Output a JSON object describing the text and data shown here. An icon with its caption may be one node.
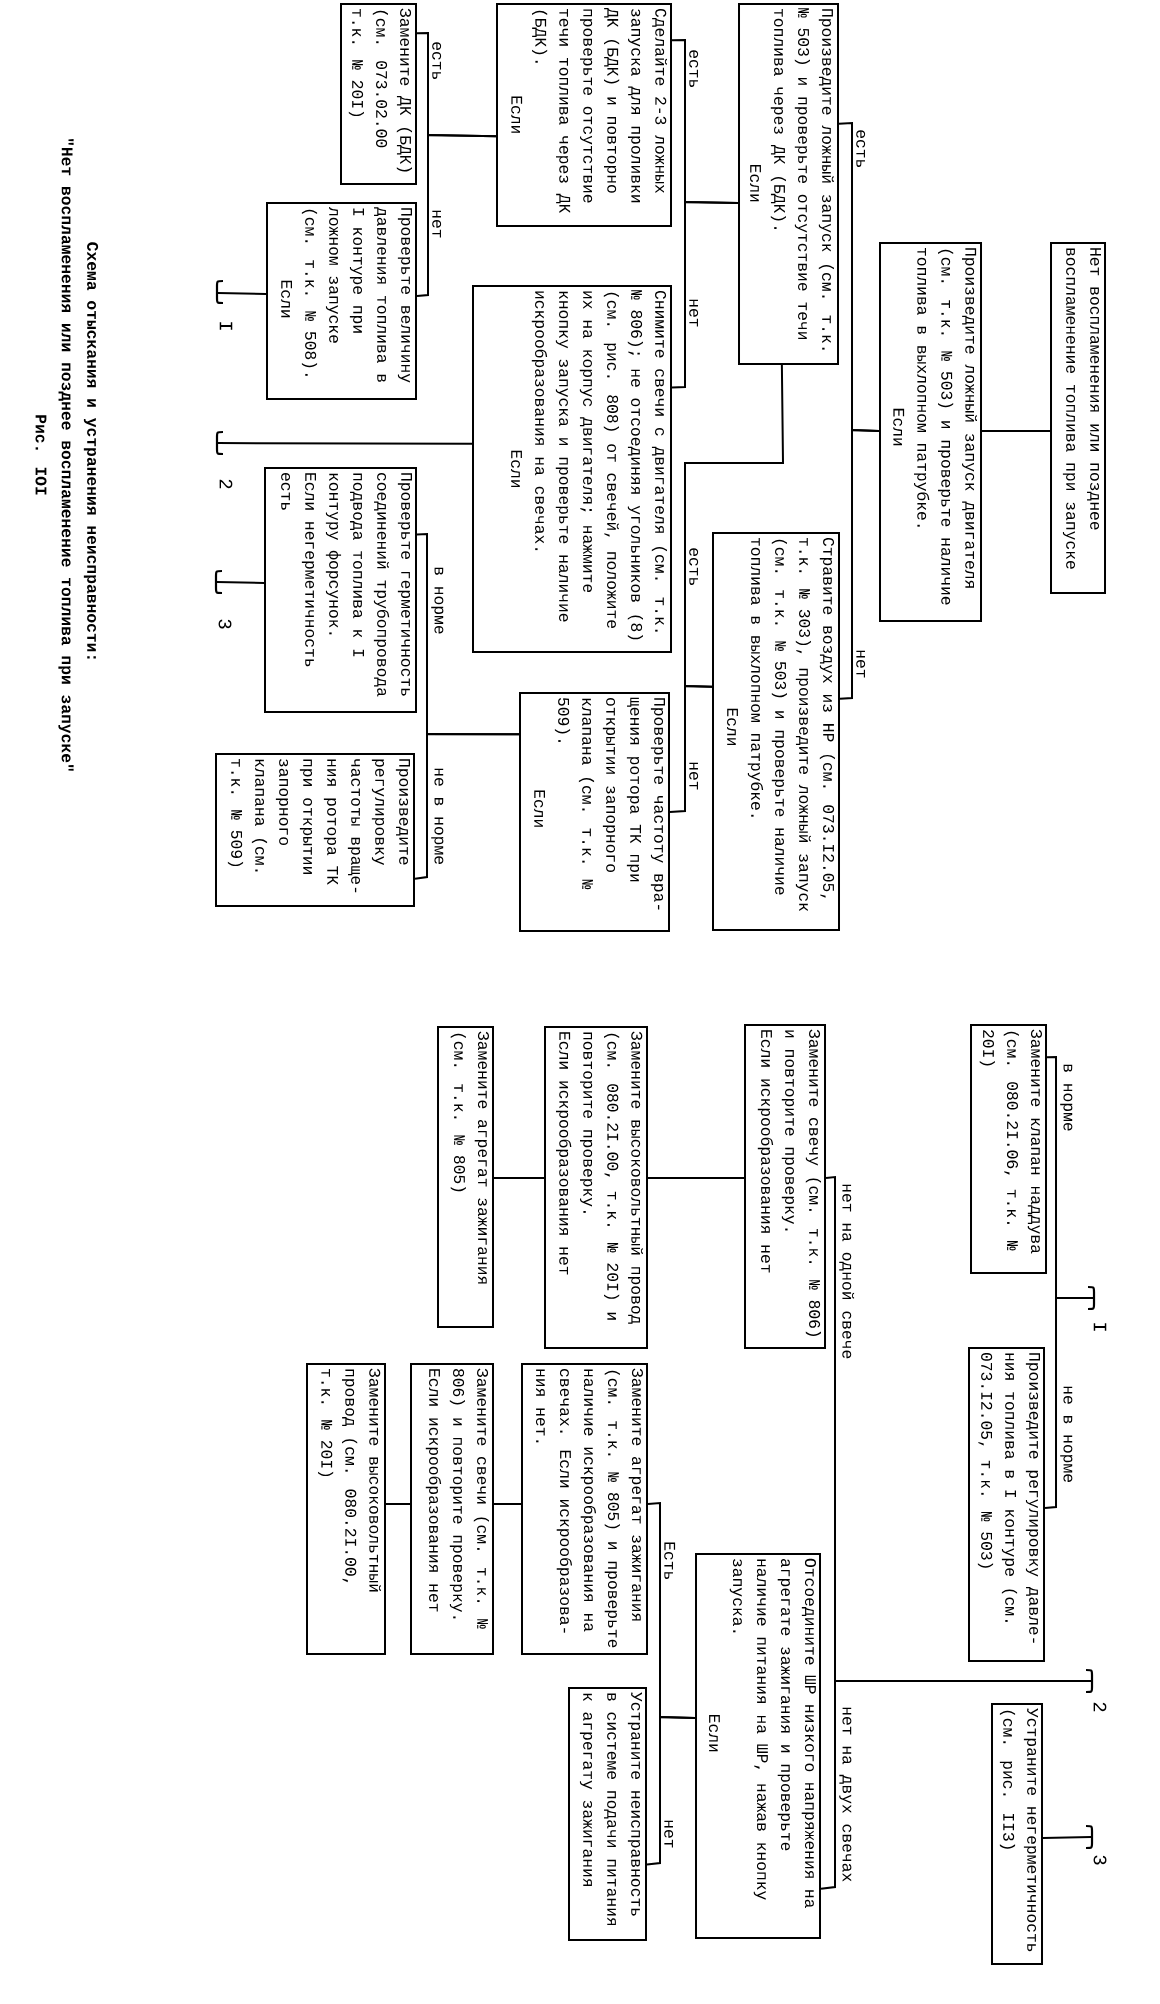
{
  "diagram": {
    "title": "Схема отыскания и устранения неисправности:",
    "caption": "\"Нет воспламенения или позднее воспламенение топлива при запуске\"",
    "nodes": [
      {
        "text": [
          "Нет воспламенения или позднее воспламенение топлива при запуске"
        ]
      },
      {
        "text": [
          "Произведите ложный запуск двигателя (см. т.к. № 503) и проверьте наличие топлива в выхлопном патрубке.",
          "Если"
        ]
      },
      {
        "text": [
          "Произведите ложный запуск (см. т.к. № 503) и проверьте отсутствие течи топлива через ДК (БДК).",
          "Если"
        ]
      },
      {
        "text": [
          "Стравите воздух из НР (см. 073.I2.05, т.к. № 303), произведите ложный запуск (см. т.к. № 503) и проверьте наличие топлива в выхлопном патрубке.",
          "Если"
        ]
      },
      {
        "text": [
          "Сделайте 2-3 ложных запуска для проливки ДК (БДК) и повторно проверьте отсутствие течи топлива через ДК (БДК).",
          "Если"
        ]
      },
      {
        "text": [
          "Снимите свечи с двигателя (см. т.к. № 806); не отсоединяя угольников (8) (см. рис. 808) от свечей, положите их на корпус двигателя; нажмите кнопку запуска и проверьте наличие искрообразования на свечах.",
          "Если"
        ]
      },
      {
        "text": [
          "Проверьте частоту вра- щения ротора ТК при открытии запорного клапана (см. т.к. № 509).",
          "Если"
        ]
      },
      {
        "text": [
          "Замените ДК (БДК) (см. 073.02.00 т.к. № 20I)"
        ]
      },
      {
        "text": [
          "Проверьте величину давления топлива в I контуре при ложном запуске (см. т.к. № 508).",
          "Если"
        ]
      },
      {
        "text": [
          "Проверьте герметичность соединений трубопровода подвода топлива к I контуру форсунок.",
          "Если негерметичность есть"
        ]
      },
      {
        "text": [
          "Произведите регулировку частоты враще- ния ротора ТК при открытии запорного клапана (см. т.к. № 509)"
        ]
      },
      {
        "text": [
          "Замените клапан наддува (см. 080.2I.06, т.к. № 20I)"
        ]
      },
      {
        "text": [
          "Произведите регулировку давле- ния топлива в I контуре (см. 073.I2.05, т.к. № 503)"
        ]
      },
      {
        "text": [
          "Устраните негерметичность (см. рис. II3)"
        ]
      },
      {
        "text": [
          "Замените свечу (см. т.к. № 806) и повторите проверку.",
          "Если искрообразования нет"
        ]
      },
      {
        "text": [
          "Отсоедините ШР низкого напряжения на агрегате зажигания и проверьте наличие питания на ШР, нажав кнопку запуска.",
          "Если"
        ]
      },
      {
        "text": [
          "Замените высоковольтный провод (см. 080.2I.00, т.к. № 20I) и повторите проверку.",
          "Если искрообразования нет"
        ]
      },
      {
        "text": [
          "Замените агрегат зажигания (см. т.к. № 805) и проверьте наличие искрообразования на свечах. Если искрообразова- ния нет."
        ]
      },
      {
        "text": [
          "Устраните неисправность в системе подачи питания к агрегату зажигания"
        ]
      },
      {
        "text": [
          "Замените агрегат зажигания (см. т.к. № 805)"
        ]
      },
      {
        "text": [
          "Замените свечи (см. т.к. № 806) и повторите проверку.",
          "Если искрообразования нет"
        ]
      },
      {
        "text": [
          "Замените высоковольтный провод (см. 080.2I.00, т.к. № 20I)"
        ]
      },
      {
        "text": [],
        "shape": "bar",
        "beside": [
          "I"
        ]
      },
      {
        "text": [],
        "shape": "bar",
        "beside": [
          "2"
        ]
      },
      {
        "text": [],
        "shape": "bar",
        "beside": [
          "3"
        ]
      },
      {
        "text": [],
        "shape": "bar",
        "beside": [
          "I"
        ]
      },
      {
        "text": [],
        "shape": "bar",
        "beside": [
          "2"
        ]
      },
      {
        "text": [],
        "shape": "bar",
        "beside": [
          "3"
        ]
      }
    ],
    "edges": [
      {
        "from": 0,
        "to": 1,
        "arrow": "none"
      },
      {
        "from": 1,
        "to": 2,
        "arrow": "none",
        "label": "есть"
      },
      {
        "from": 1,
        "to": 3,
        "arrow": "none",
        "label": "нет"
      },
      {
        "from": 2,
        "to": 4,
        "arrow": "none",
        "label": "есть"
      },
      {
        "from": 2,
        "to": 5,
        "arrow": "none",
        "label": "нет"
      },
      {
        "from": 3,
        "to": 2,
        "arrow": "none",
        "label": "есть"
      },
      {
        "from": 3,
        "to": 6,
        "arrow": "none",
        "label": "нет"
      },
      {
        "from": 4,
        "to": 7,
        "arrow": "none",
        "label": "есть"
      },
      {
        "from": 4,
        "to": 8,
        "arrow": "none",
        "label": "нет"
      },
      {
        "from": 8,
        "to": 22,
        "arrow": "none"
      },
      {
        "from": 5,
        "to": 23,
        "arrow": "none"
      },
      {
        "from": 6,
        "to": 9,
        "arrow": "none",
        "label": "в норме"
      },
      {
        "from": 6,
        "to": 10,
        "arrow": "none",
        "label": "не в норме"
      },
      {
        "from": 9,
        "to": 24,
        "arrow": "none"
      },
      {
        "from": 25,
        "to": 11,
        "arrow": "none",
        "label": "в норме"
      },
      {
        "from": 25,
        "to": 12,
        "arrow": "none",
        "label": "не в норме"
      },
      {
        "from": 26,
        "to": 14,
        "arrow": "none",
        "label": "нет на одной свече"
      },
      {
        "from": 26,
        "to": 15,
        "arrow": "none",
        "label": "нет на двух свечах"
      },
      {
        "from": 27,
        "to": 13,
        "arrow": "none"
      },
      {
        "from": 14,
        "to": 16,
        "arrow": "none"
      },
      {
        "from": 16,
        "to": 19,
        "arrow": "none"
      },
      {
        "from": 15,
        "to": 17,
        "arrow": "none",
        "label": "Есть"
      },
      {
        "from": 15,
        "to": 18,
        "arrow": "none",
        "label": "нет"
      },
      {
        "from": 17,
        "to": 20,
        "arrow": "none"
      },
      {
        "from": 20,
        "to": 21,
        "arrow": "none"
      }
    ],
    "labels": [
      "Рис. IOI"
    ]
  }
}
